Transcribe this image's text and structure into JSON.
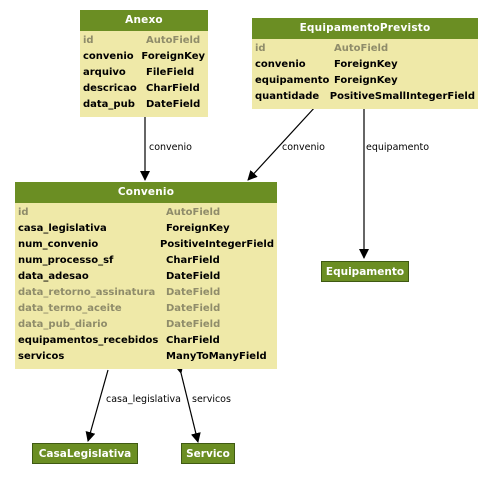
{
  "models": {
    "anexo": {
      "title": "Anexo",
      "fields": [
        {
          "name": "id",
          "type": "AutoField",
          "muted": true
        },
        {
          "name": "convenio",
          "type": "ForeignKey",
          "muted": false
        },
        {
          "name": "arquivo",
          "type": "FileField",
          "muted": false
        },
        {
          "name": "descricao",
          "type": "CharField",
          "muted": false
        },
        {
          "name": "data_pub",
          "type": "DateField",
          "muted": false
        }
      ]
    },
    "equipamento_previsto": {
      "title": "EquipamentoPrevisto",
      "fields": [
        {
          "name": "id",
          "type": "AutoField",
          "muted": true
        },
        {
          "name": "convenio",
          "type": "ForeignKey",
          "muted": false
        },
        {
          "name": "equipamento",
          "type": "ForeignKey",
          "muted": false
        },
        {
          "name": "quantidade",
          "type": "PositiveSmallIntegerField",
          "muted": false
        }
      ]
    },
    "convenio": {
      "title": "Convenio",
      "fields": [
        {
          "name": "id",
          "type": "AutoField",
          "muted": true
        },
        {
          "name": "casa_legislativa",
          "type": "ForeignKey",
          "muted": false
        },
        {
          "name": "num_convenio",
          "type": "PositiveIntegerField",
          "muted": false
        },
        {
          "name": "num_processo_sf",
          "type": "CharField",
          "muted": false
        },
        {
          "name": "data_adesao",
          "type": "DateField",
          "muted": false
        },
        {
          "name": "data_retorno_assinatura",
          "type": "DateField",
          "muted": true
        },
        {
          "name": "data_termo_aceite",
          "type": "DateField",
          "muted": true
        },
        {
          "name": "data_pub_diario",
          "type": "DateField",
          "muted": true
        },
        {
          "name": "equipamentos_recebidos",
          "type": "CharField",
          "muted": false
        },
        {
          "name": "servicos",
          "type": "ManyToManyField",
          "muted": false
        }
      ]
    }
  },
  "external": {
    "equipamento": "Equipamento",
    "casa_legislativa": "CasaLegislativa",
    "servico": "Servico"
  },
  "edge_labels": {
    "anexo_convenio": "convenio",
    "ep_convenio": "convenio",
    "ep_equipamento": "equipamento",
    "casa_legislativa": "casa_legislativa",
    "servicos": "servicos"
  },
  "colors": {
    "header": "#6b8e23",
    "body": "#efe9a8",
    "muted_text": "#8f8c6a"
  }
}
